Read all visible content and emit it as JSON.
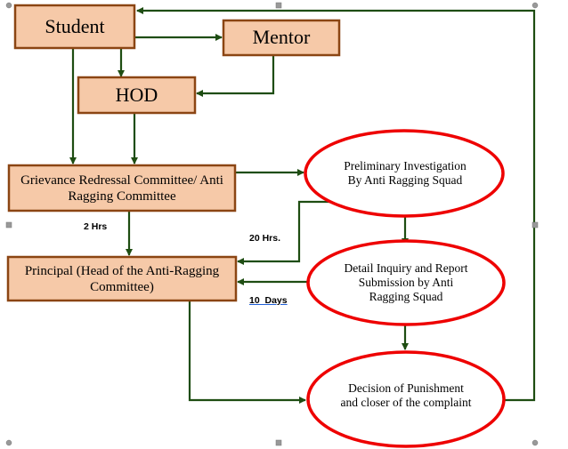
{
  "nodes": {
    "student": "Student",
    "mentor": "Mentor",
    "hod": "HOD",
    "grievance": "Grievance Redressal Committee/ Anti Ragging Committee",
    "principal": "Principal (Head of the Anti-Ragging Committee)",
    "preliminary": "Preliminary Investigation By Anti Ragging Squad",
    "detail": "Detail Inquiry and Report Submission by Anti Ragging Squad",
    "decision": "Decision of Punishment and closer of the complaint"
  },
  "edge_labels": {
    "two_hrs": "2 Hrs",
    "twenty_hrs": "20 Hrs.",
    "ten_days": "10  Days"
  },
  "colors": {
    "box_fill": "#f6c9a8",
    "box_border": "#8b4513",
    "ellipse_border": "#ee0000",
    "arrow": "#1e4d12"
  }
}
